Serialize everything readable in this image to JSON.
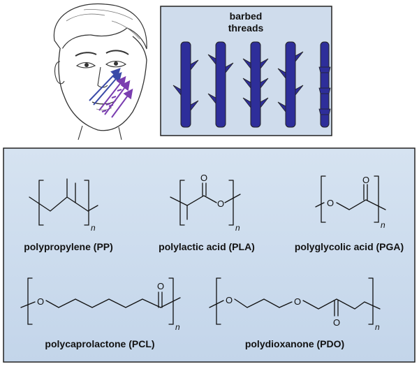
{
  "threads_panel": {
    "title_line1": "barbed",
    "title_line2": "threads",
    "colors": {
      "background": "#cfdcec",
      "thread": "#2e2e9a",
      "outline": "#222222"
    }
  },
  "face": {
    "arrow_color_lift": "#3a4aa8",
    "arrow_color_pull": "#7a3db0"
  },
  "polymers_panel": {
    "background_top": "#d6e3f1",
    "background_bottom": "#c3d5ea",
    "pp": {
      "label": "polypropylene (PP)",
      "subscript": "n"
    },
    "pla": {
      "label": "polylactic acid (PLA)",
      "subscript": "n",
      "atom_o1": "O",
      "atom_o2": "O"
    },
    "pga": {
      "label": "polyglycolic acid (PGA)",
      "subscript": "n",
      "atom_o1": "O",
      "atom_o2": "O"
    },
    "pcl": {
      "label": "polycaprolactone (PCL)",
      "subscript": "n",
      "atom_o1": "O",
      "atom_o2": "O"
    },
    "pdo": {
      "label": "polydioxanone (PDO)",
      "subscript": "n",
      "atom_o1": "O",
      "atom_o2": "O",
      "atom_o3": "O"
    }
  }
}
